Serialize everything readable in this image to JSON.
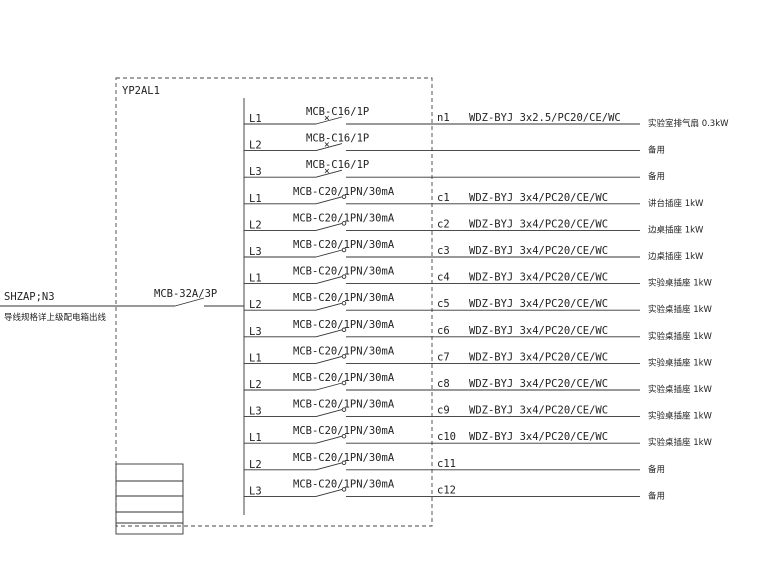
{
  "panel": {
    "name": "YP2AL1"
  },
  "incoming": {
    "source": "SHZAP;N3",
    "note": "导线规格详上级配电箱出线",
    "breaker": "MCB-32A/3P"
  },
  "circuits": [
    {
      "phase": "L1",
      "breaker": "MCB-C16/1P",
      "id": "n1",
      "cable": "WDZ-BYJ  3x2.5/PC20/CE/WC",
      "load": "实验室排气扇 0.3kW",
      "rcd": false
    },
    {
      "phase": "L2",
      "breaker": "MCB-C16/1P",
      "id": "",
      "cable": "",
      "load": "备用",
      "rcd": false
    },
    {
      "phase": "L3",
      "breaker": "MCB-C16/1P",
      "id": "",
      "cable": "",
      "load": "备用",
      "rcd": false
    },
    {
      "phase": "L1",
      "breaker": "MCB-C20/1PN/30mA",
      "id": "c1",
      "cable": "WDZ-BYJ  3x4/PC20/CE/WC",
      "load": "讲台插座  1kW",
      "rcd": true
    },
    {
      "phase": "L2",
      "breaker": "MCB-C20/1PN/30mA",
      "id": "c2",
      "cable": "WDZ-BYJ  3x4/PC20/CE/WC",
      "load": "边桌插座  1kW",
      "rcd": true
    },
    {
      "phase": "L3",
      "breaker": "MCB-C20/1PN/30mA",
      "id": "c3",
      "cable": "WDZ-BYJ  3x4/PC20/CE/WC",
      "load": "边桌插座  1kW",
      "rcd": true
    },
    {
      "phase": "L1",
      "breaker": "MCB-C20/1PN/30mA",
      "id": "c4",
      "cable": "WDZ-BYJ  3x4/PC20/CE/WC",
      "load": "实验桌插座  1kW",
      "rcd": true
    },
    {
      "phase": "L2",
      "breaker": "MCB-C20/1PN/30mA",
      "id": "c5",
      "cable": "WDZ-BYJ  3x4/PC20/CE/WC",
      "load": "实验桌插座  1kW",
      "rcd": true
    },
    {
      "phase": "L3",
      "breaker": "MCB-C20/1PN/30mA",
      "id": "c6",
      "cable": "WDZ-BYJ  3x4/PC20/CE/WC",
      "load": "实验桌插座  1kW",
      "rcd": true
    },
    {
      "phase": "L1",
      "breaker": "MCB-C20/1PN/30mA",
      "id": "c7",
      "cable": "WDZ-BYJ  3x4/PC20/CE/WC",
      "load": "实验桌插座  1kW",
      "rcd": true
    },
    {
      "phase": "L2",
      "breaker": "MCB-C20/1PN/30mA",
      "id": "c8",
      "cable": "WDZ-BYJ  3x4/PC20/CE/WC",
      "load": "实验桌插座  1kW",
      "rcd": true
    },
    {
      "phase": "L3",
      "breaker": "MCB-C20/1PN/30mA",
      "id": "c9",
      "cable": "WDZ-BYJ  3x4/PC20/CE/WC",
      "load": "实验桌插座  1kW",
      "rcd": true
    },
    {
      "phase": "L1",
      "breaker": "MCB-C20/1PN/30mA",
      "id": "c10",
      "cable": "WDZ-BYJ  3x4/PC20/CE/WC",
      "load": "实验桌插座  1kW",
      "rcd": true
    },
    {
      "phase": "L2",
      "breaker": "MCB-C20/1PN/30mA",
      "id": "c11",
      "cable": "",
      "load": "备用",
      "rcd": true
    },
    {
      "phase": "L3",
      "breaker": "MCB-C20/1PN/30mA",
      "id": "c12",
      "cable": "",
      "load": "备用",
      "rcd": true
    }
  ]
}
